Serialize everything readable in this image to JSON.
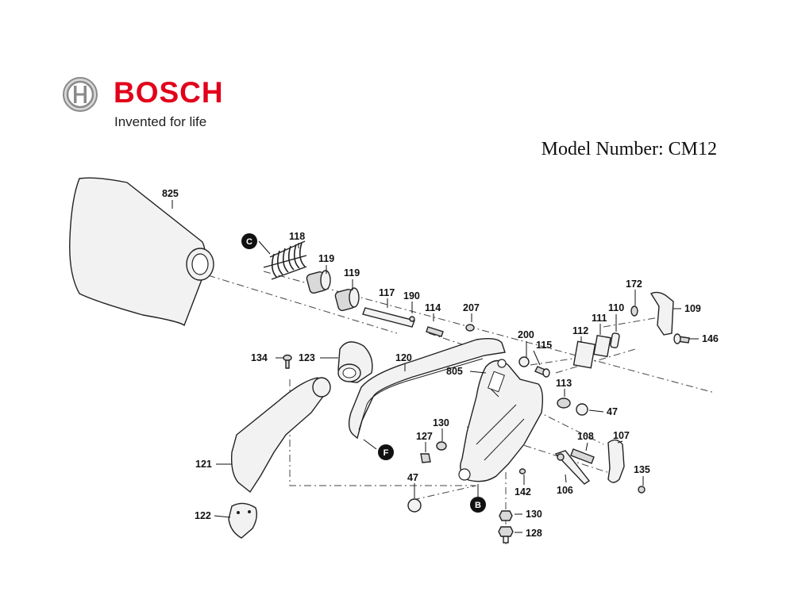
{
  "header": {
    "brand_name": "BOSCH",
    "tagline": "Invented for life",
    "model_label": "Model Number: CM12"
  },
  "callouts": {
    "c": "C",
    "f": "F",
    "b": "B"
  },
  "parts": [
    {
      "id": "p825",
      "label": "825"
    },
    {
      "id": "p118",
      "label": "118"
    },
    {
      "id": "p119a",
      "label": "119"
    },
    {
      "id": "p119b",
      "label": "119"
    },
    {
      "id": "p117",
      "label": "117"
    },
    {
      "id": "p190",
      "label": "190"
    },
    {
      "id": "p114",
      "label": "114"
    },
    {
      "id": "p207",
      "label": "207"
    },
    {
      "id": "p172",
      "label": "172"
    },
    {
      "id": "p109",
      "label": "109"
    },
    {
      "id": "p110",
      "label": "110"
    },
    {
      "id": "p111",
      "label": "111"
    },
    {
      "id": "p112",
      "label": "112"
    },
    {
      "id": "p146",
      "label": "146"
    },
    {
      "id": "p200",
      "label": "200"
    },
    {
      "id": "p115",
      "label": "115"
    },
    {
      "id": "p805",
      "label": "805"
    },
    {
      "id": "p120",
      "label": "120"
    },
    {
      "id": "p134",
      "label": "134"
    },
    {
      "id": "p123",
      "label": "123"
    },
    {
      "id": "p113",
      "label": "113"
    },
    {
      "id": "p47a",
      "label": "47"
    },
    {
      "id": "p130a",
      "label": "130"
    },
    {
      "id": "p127",
      "label": "127"
    },
    {
      "id": "p108",
      "label": "108"
    },
    {
      "id": "p107",
      "label": "107"
    },
    {
      "id": "p121",
      "label": "121"
    },
    {
      "id": "p47b",
      "label": "47"
    },
    {
      "id": "p142",
      "label": "142"
    },
    {
      "id": "p106",
      "label": "106"
    },
    {
      "id": "p135",
      "label": "135"
    },
    {
      "id": "p122",
      "label": "122"
    },
    {
      "id": "p130b",
      "label": "130"
    },
    {
      "id": "p128",
      "label": "128"
    }
  ],
  "colors": {
    "brand_red": "#e2001a",
    "ink": "#111111",
    "part_fill": "#f2f2f2"
  }
}
